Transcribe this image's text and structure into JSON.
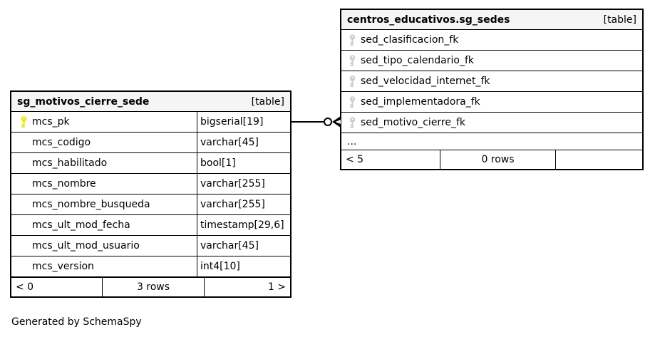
{
  "diagram": {
    "credit": "Generated by SchemaSpy"
  },
  "colors": {
    "primary_key_icon": "#e8e800",
    "foreign_key_icon": "#cccccc",
    "header_bg": "#f5f5f5",
    "border": "#000000",
    "background": "#ffffff"
  },
  "left_table": {
    "title": "sg_motivos_cierre_sede",
    "badge": "[table]",
    "columns": [
      {
        "name": "mcs_pk",
        "type": "bigserial[19]",
        "key": "primary"
      },
      {
        "name": "mcs_codigo",
        "type": "varchar[45]",
        "key": "none"
      },
      {
        "name": "mcs_habilitado",
        "type": "bool[1]",
        "key": "none"
      },
      {
        "name": "mcs_nombre",
        "type": "varchar[255]",
        "key": "none"
      },
      {
        "name": "mcs_nombre_busqueda",
        "type": "varchar[255]",
        "key": "none"
      },
      {
        "name": "mcs_ult_mod_fecha",
        "type": "timestamp[29,6]",
        "key": "none"
      },
      {
        "name": "mcs_ult_mod_usuario",
        "type": "varchar[45]",
        "key": "none"
      },
      {
        "name": "mcs_version",
        "type": "int4[10]",
        "key": "none"
      }
    ],
    "footer": {
      "left": "< 0",
      "center": "3 rows",
      "right": "1 >"
    }
  },
  "right_table": {
    "title": "centros_educativos.sg_sedes",
    "badge": "[table]",
    "columns": [
      {
        "name": "sed_clasificacion_fk",
        "key": "foreign"
      },
      {
        "name": "sed_tipo_calendario_fk",
        "key": "foreign"
      },
      {
        "name": "sed_velocidad_internet_fk",
        "key": "foreign"
      },
      {
        "name": "sed_implementadora_fk",
        "key": "foreign"
      },
      {
        "name": "sed_motivo_cierre_fk",
        "key": "foreign"
      }
    ],
    "ellipsis": "...",
    "footer": {
      "left": "< 5",
      "center": "0 rows",
      "right": ""
    }
  },
  "relationship": {
    "from": "sg_motivos_cierre_sede.mcs_pk",
    "to": "centros_educativos.sg_sedes.sed_motivo_cierre_fk",
    "marker": "zero-or-many-crowfoot"
  }
}
